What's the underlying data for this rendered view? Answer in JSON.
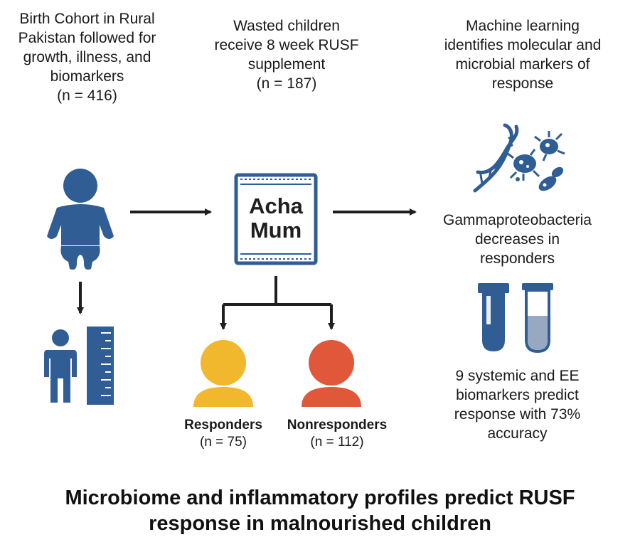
{
  "columns": {
    "cohort": {
      "lines": [
        "Birth Cohort in Rural",
        "Pakistan followed for",
        "growth, illness, and",
        "biomarkers"
      ],
      "n": "(n = 416)"
    },
    "supplement": {
      "lines": [
        "Wasted children",
        "receive 8 week RUSF",
        "supplement"
      ],
      "n": "(n = 187)"
    },
    "ml": {
      "lines": [
        "Machine learning",
        "identifies molecular and",
        "microbial markers of",
        "response"
      ]
    }
  },
  "package": {
    "line1": "Acha",
    "line2": "Mum"
  },
  "groups": {
    "responders": {
      "label": "Responders",
      "n": "(n = 75)"
    },
    "nonresponders": {
      "label": "Nonresponders",
      "n": "(n = 112)"
    }
  },
  "findings": {
    "microbe": {
      "lines": [
        "Gammaproteobacteria",
        "decreases in",
        "responders"
      ]
    },
    "biomarkers": {
      "lines": [
        "9 systemic and EE",
        "biomarkers predict",
        "response with 73%",
        "accuracy"
      ]
    }
  },
  "footer": {
    "line1": "Microbiome and inflammatory profiles predict RUSF",
    "line2": "response in malnourished children"
  },
  "colors": {
    "blue": "#2f5d94",
    "yellow": "#f1b82d",
    "orange": "#e1573a",
    "dark": "#1f1f1f"
  },
  "icons": [
    "baby-icon",
    "child-height-icon",
    "rusf-packet-icon",
    "dna-icon",
    "bacteria-icon",
    "test-tube-icon",
    "responder-person-icon",
    "nonresponder-person-icon",
    "arrow-icon"
  ]
}
